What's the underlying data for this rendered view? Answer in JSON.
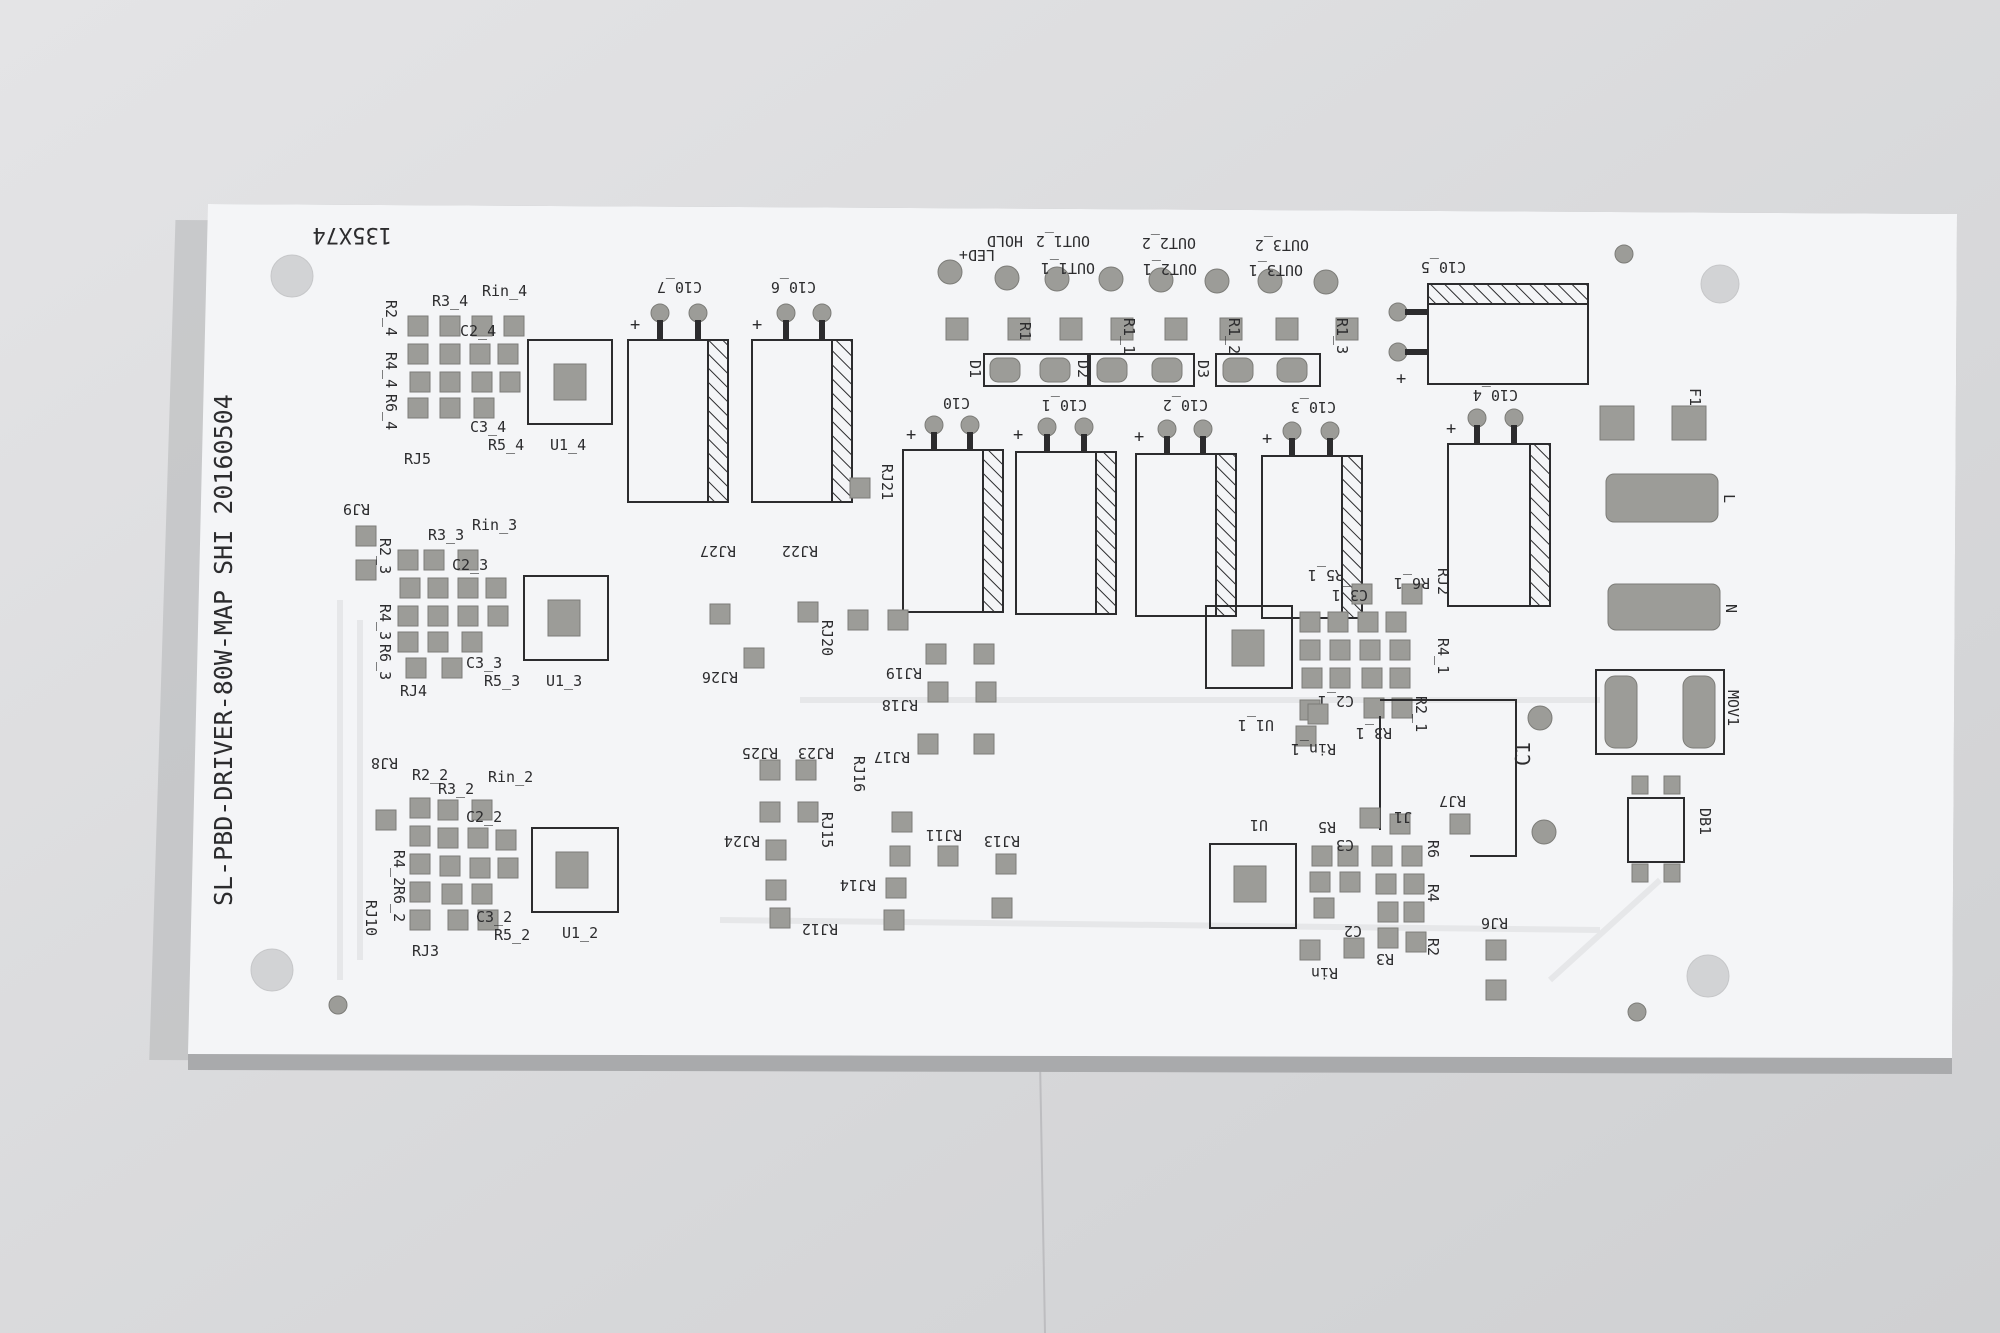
{
  "board": {
    "title": "SL-PBD-DRIVER-80W-MAP  SHI  20160504",
    "size_code": "135X74"
  },
  "labels": {
    "led_plus": "LED+",
    "hold": "HOLD",
    "out1_1": "OUT1_1",
    "out1_2": "OUT1_2",
    "out2_1": "OUT2_1",
    "out2_2": "OUT2_2",
    "out3_1": "OUT3_1",
    "out3_2": "OUT3_2",
    "c10": "C10",
    "c10_1": "C10_1",
    "c10_2": "C10_2",
    "c10_3": "C10_3",
    "c10_4": "C10_4",
    "c10_5": "C10_5",
    "c10_6": "C10_6",
    "c10_7": "C10_7",
    "r1": "R1",
    "r1_1": "R1_1",
    "r1_2": "R1_2",
    "r1_3": "R1_3",
    "d1": "D1",
    "d2": "D2",
    "d3": "D3",
    "f1": "F1",
    "l": "L",
    "n": "N",
    "mov1": "MOV1",
    "db1": "DB1",
    "c1": "C1",
    "u1": "U1",
    "u1_1": "U1_1",
    "u1_2": "U1_2",
    "u1_3": "U1_3",
    "u1_4": "U1_4",
    "rin": "Rin",
    "rin_1": "Rin_1",
    "rin_2": "Rin_2",
    "rin_3": "Rin_3",
    "rin_4": "Rin_4",
    "r2": "R2",
    "r2_1": "R2_1",
    "r2_2": "R2_2",
    "r2_3": "R2_3",
    "r2_4": "R2_4",
    "r3": "R3",
    "r3_1": "R3_1",
    "r3_2": "R3_2",
    "r3_3": "R3_3",
    "r3_4": "R3_4",
    "r4": "R4",
    "r4_1": "R4_1",
    "r4_2": "R4_2",
    "r4_3": "R4_3",
    "r4_4": "R4_4",
    "r5": "R5",
    "r5_1": "R5_1",
    "r5_2": "R5_2",
    "r5_3": "R5_3",
    "r5_4": "R5_4",
    "r6": "R6",
    "r6_1": "R6_1",
    "r6_2": "R6_2",
    "r6_3": "R6_3",
    "r6_4": "R6_4",
    "c2": "C2",
    "c2_1": "C2_1",
    "c2_2": "C2_2",
    "c2_3": "C2_3",
    "c2_4": "C2_4",
    "c3": "C3",
    "c3_1": "C3_1",
    "c3_2": "C3_2",
    "c3_3": "C3_3",
    "c3_4": "C3_4",
    "rj2": "RJ2",
    "rj3": "RJ3",
    "rj4": "RJ4",
    "rj5": "RJ5",
    "rj6": "RJ6",
    "rj7": "RJ7",
    "rj8": "RJ8",
    "rj9": "RJ9",
    "rj10": "RJ10",
    "rj11": "RJ11",
    "rj12": "RJ12",
    "rj13": "RJ13",
    "rj14": "RJ14",
    "rj15": "RJ15",
    "rj16": "RJ16",
    "rj17": "RJ17",
    "rj18": "RJ18",
    "rj19": "RJ19",
    "rj20": "RJ20",
    "rj21": "RJ21",
    "rj22": "RJ22",
    "rj23": "RJ23",
    "rj24": "RJ24",
    "rj25": "RJ25",
    "rj26": "RJ26",
    "rj27": "RJ27",
    "j1": "J1",
    "plus": "+"
  },
  "colors": {
    "background": "#d8d8da",
    "board": "#f4f5f7",
    "silkscreen": "#2c2c2e",
    "pad": "#9c9c98"
  }
}
